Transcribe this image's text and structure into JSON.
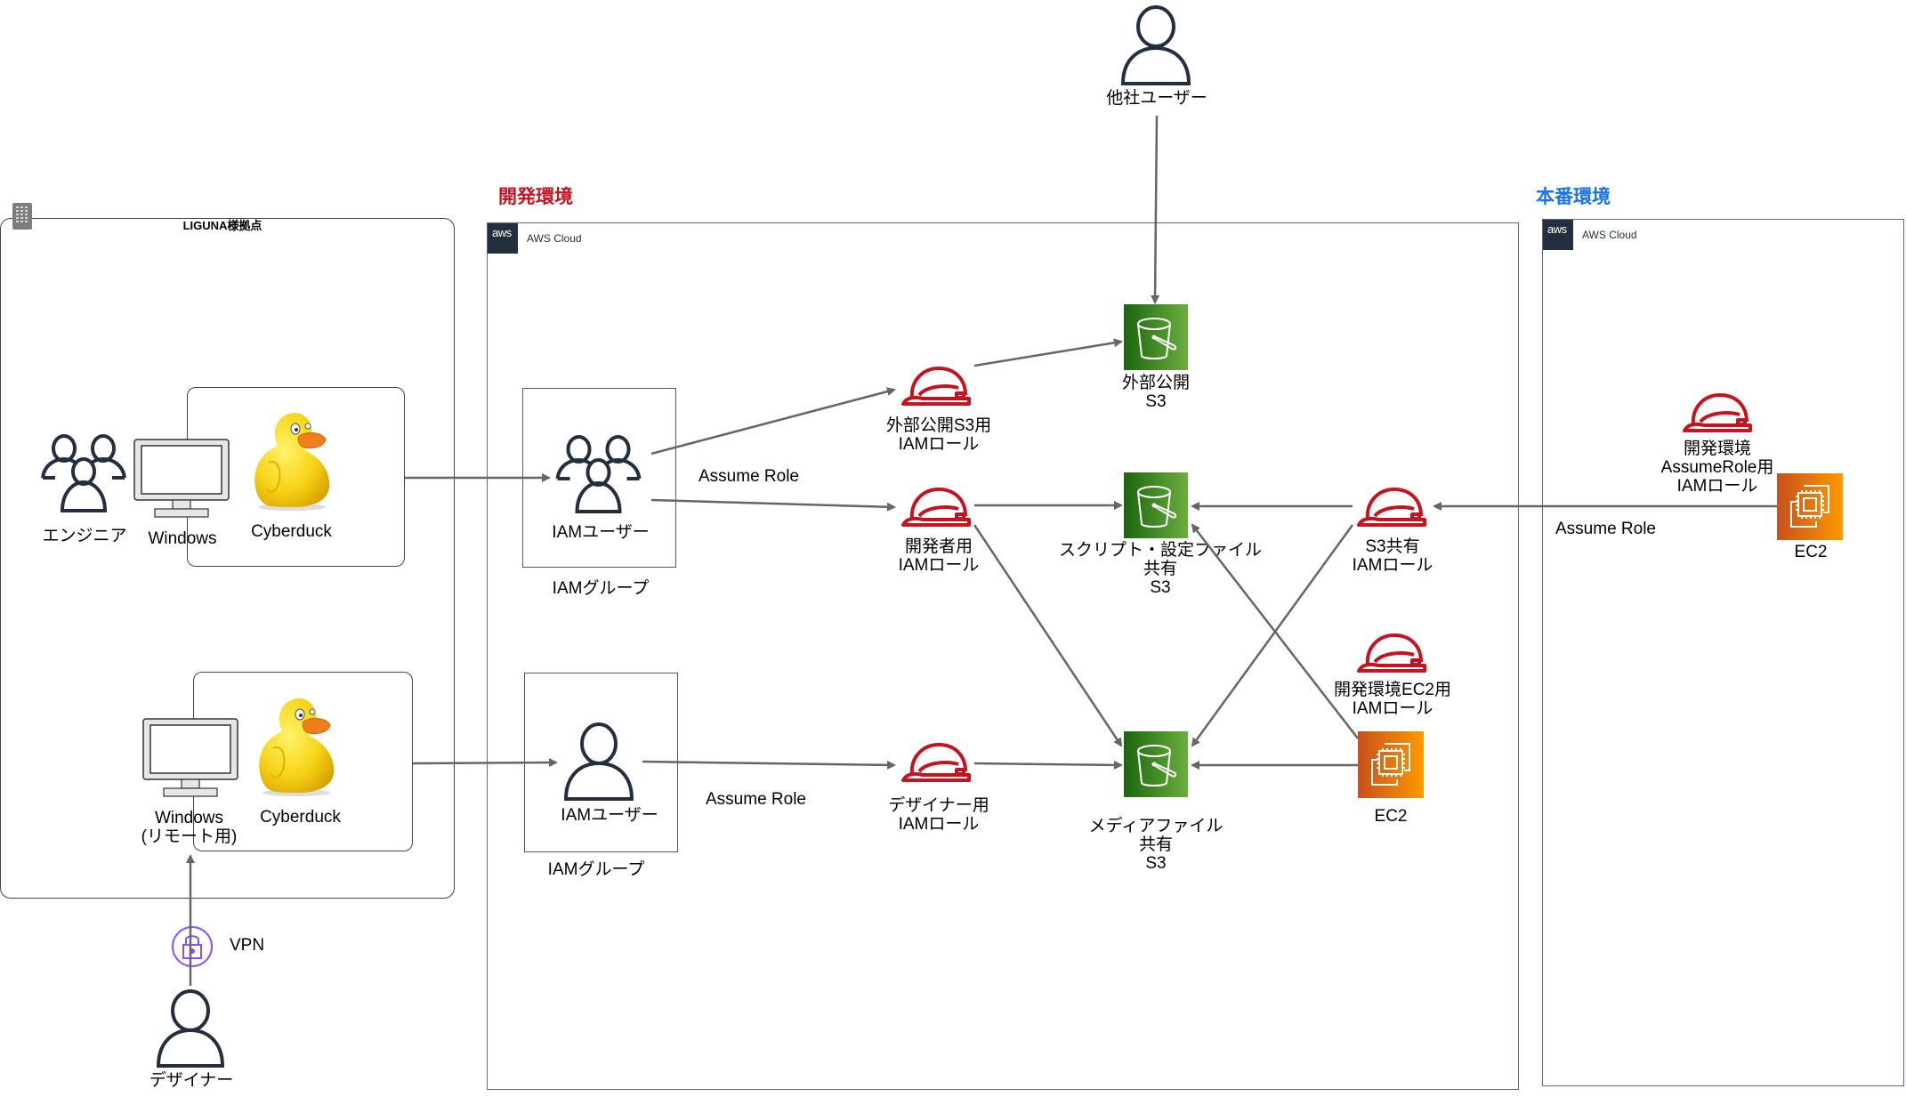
{
  "site": {
    "title": "LIGUNA様拠点",
    "engineer_label": "エンジニア",
    "windows_label": "Windows",
    "cyberduck_label": "Cyberduck",
    "windows_remote_label": "Windows\n(リモート用)",
    "cyberduck2_label": "Cyberduck",
    "vpn_label": "VPN",
    "designer_label": "デザイナー"
  },
  "external_user": {
    "label": "他社ユーザー"
  },
  "dev_env": {
    "title": "開発環境",
    "title_color": "#c7131f",
    "cloud_label": "AWS Cloud",
    "badge_text": "aws",
    "iam_group_1": {
      "user_label": "IAMユーザー",
      "group_label": "IAMグループ"
    },
    "iam_group_2": {
      "user_label": "IAMユーザー",
      "group_label": "IAMグループ"
    },
    "assume_role_1": "Assume Role",
    "assume_role_2": "Assume Role",
    "roles": {
      "external_s3": "外部公開S3用\nIAMロール",
      "developer": "開発者用\nIAMロール",
      "designer": "デザイナー用\nIAMロール",
      "s3_shared": "S3共有\nIAMロール",
      "dev_ec2": "開発環境EC2用\nIAMロール"
    },
    "buckets": {
      "external": "外部公開\nS3",
      "script": "スクリプト・設定ファイル\n共有\nS3",
      "media": "メディアファイル\n共有\nS3"
    },
    "ec2_label": "EC2"
  },
  "prod_env": {
    "title": "本番環境",
    "title_color": "#1a73e8",
    "cloud_label": "AWS Cloud",
    "badge_text": "aws",
    "role_label": "開発環境\nAssumeRole用\nIAMロール",
    "assume_role": "Assume Role",
    "ec2_label": "EC2"
  },
  "colors": {
    "arrow": "#666666",
    "iam_role": "#c7131f",
    "s3_green": "#3f8624",
    "ec2_orange": "#ed7100",
    "vpn_purple": "#8c4fff",
    "user_icon": "#232f3e"
  }
}
